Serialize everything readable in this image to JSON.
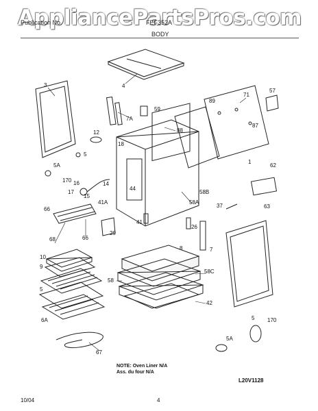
{
  "watermark": "AppliancePartsPros.com",
  "header": {
    "publication": "Publication No.",
    "model": "FEF352A",
    "section": "BODY"
  },
  "note": {
    "line1": "NOTE: Oven Liner N/A",
    "line2": "Ass. du four N/A"
  },
  "diagram_code": "L20V1128",
  "footer": {
    "date": "10/04",
    "page": "4"
  },
  "callouts": [
    "3",
    "4",
    "71",
    "57",
    "89",
    "59",
    "7A",
    "87",
    "88",
    "12",
    "18",
    "5",
    "5A",
    "170",
    "16",
    "17",
    "15",
    "14",
    "44",
    "41A",
    "66",
    "68",
    "66",
    "41",
    "29",
    "58A",
    "58B",
    "37",
    "62",
    "63",
    "26",
    "7",
    "10",
    "9",
    "5",
    "6A",
    "67",
    "8",
    "58C",
    "58",
    "42",
    "5A",
    "5",
    "170",
    "1"
  ],
  "icons": [
    "oven-body-diagram"
  ]
}
